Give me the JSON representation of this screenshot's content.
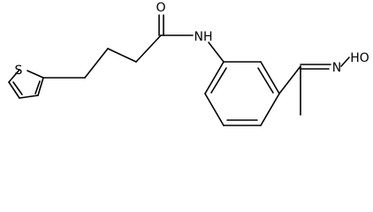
{
  "molecule": {
    "atoms": {
      "sulfur": "S",
      "carbonyl_oxygen": "O",
      "amide_nitrogen": "NH",
      "oxime_nitrogen": "N",
      "oxime_hydroxyl": "HO"
    },
    "colors": {
      "bond": "#000000",
      "label": "#000000",
      "background": "#ffffff"
    }
  }
}
